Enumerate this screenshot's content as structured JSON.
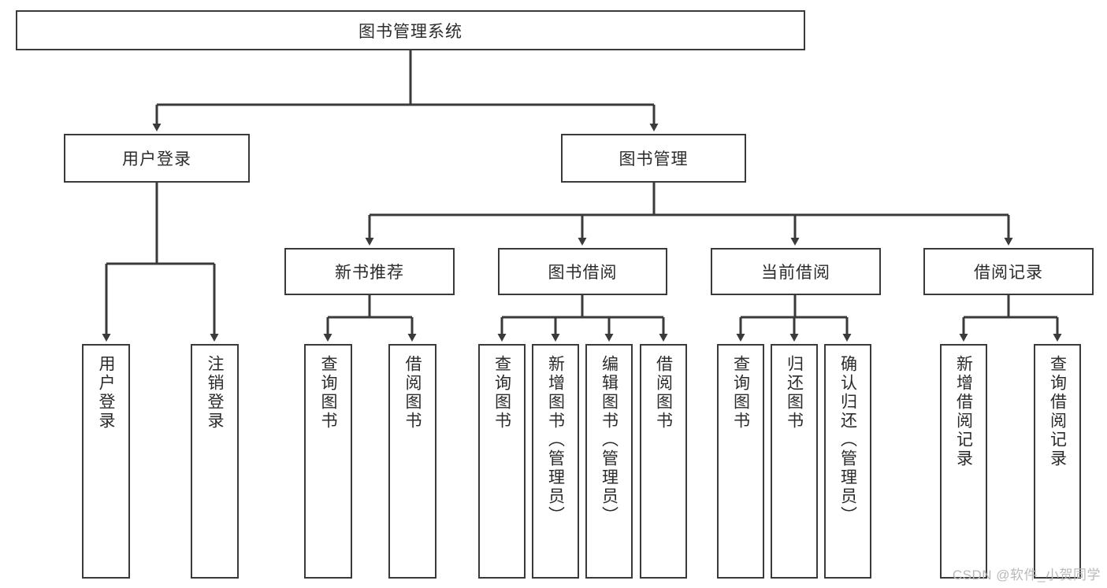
{
  "diagram": {
    "title": "图书管理系统",
    "watermark": "CSDN @软件_小贺同学",
    "colors": {
      "box_border": "#3a3a3a",
      "box_fill": "#ffffff",
      "connector": "#3a3a3a",
      "text": "#2b2b2b",
      "watermark": "#b9b9b9",
      "background": "#ffffff"
    },
    "root": {
      "label": "图书管理系统"
    },
    "level2": [
      {
        "label": "用户登录"
      },
      {
        "label": "图书管理"
      }
    ],
    "level3": [
      {
        "label": "新书推荐"
      },
      {
        "label": "图书借阅"
      },
      {
        "label": "当前借阅"
      },
      {
        "label": "借阅记录"
      }
    ],
    "leaves": {
      "user_login": [
        {
          "label": "用户登录"
        },
        {
          "label": "注销登录"
        }
      ],
      "new_book": [
        {
          "label": "查询图书"
        },
        {
          "label": "借阅图书"
        }
      ],
      "borrow_book": [
        {
          "label": "查询图书"
        },
        {
          "label": "新增图书（管理员）"
        },
        {
          "label": "编辑图书（管理员）"
        },
        {
          "label": "借阅图书"
        }
      ],
      "current_borrow": [
        {
          "label": "查询图书"
        },
        {
          "label": "归还图书"
        },
        {
          "label": "确认归还（管理员）"
        }
      ],
      "borrow_record": [
        {
          "label": "新增借阅记录"
        },
        {
          "label": "查询借阅记录"
        }
      ]
    }
  }
}
